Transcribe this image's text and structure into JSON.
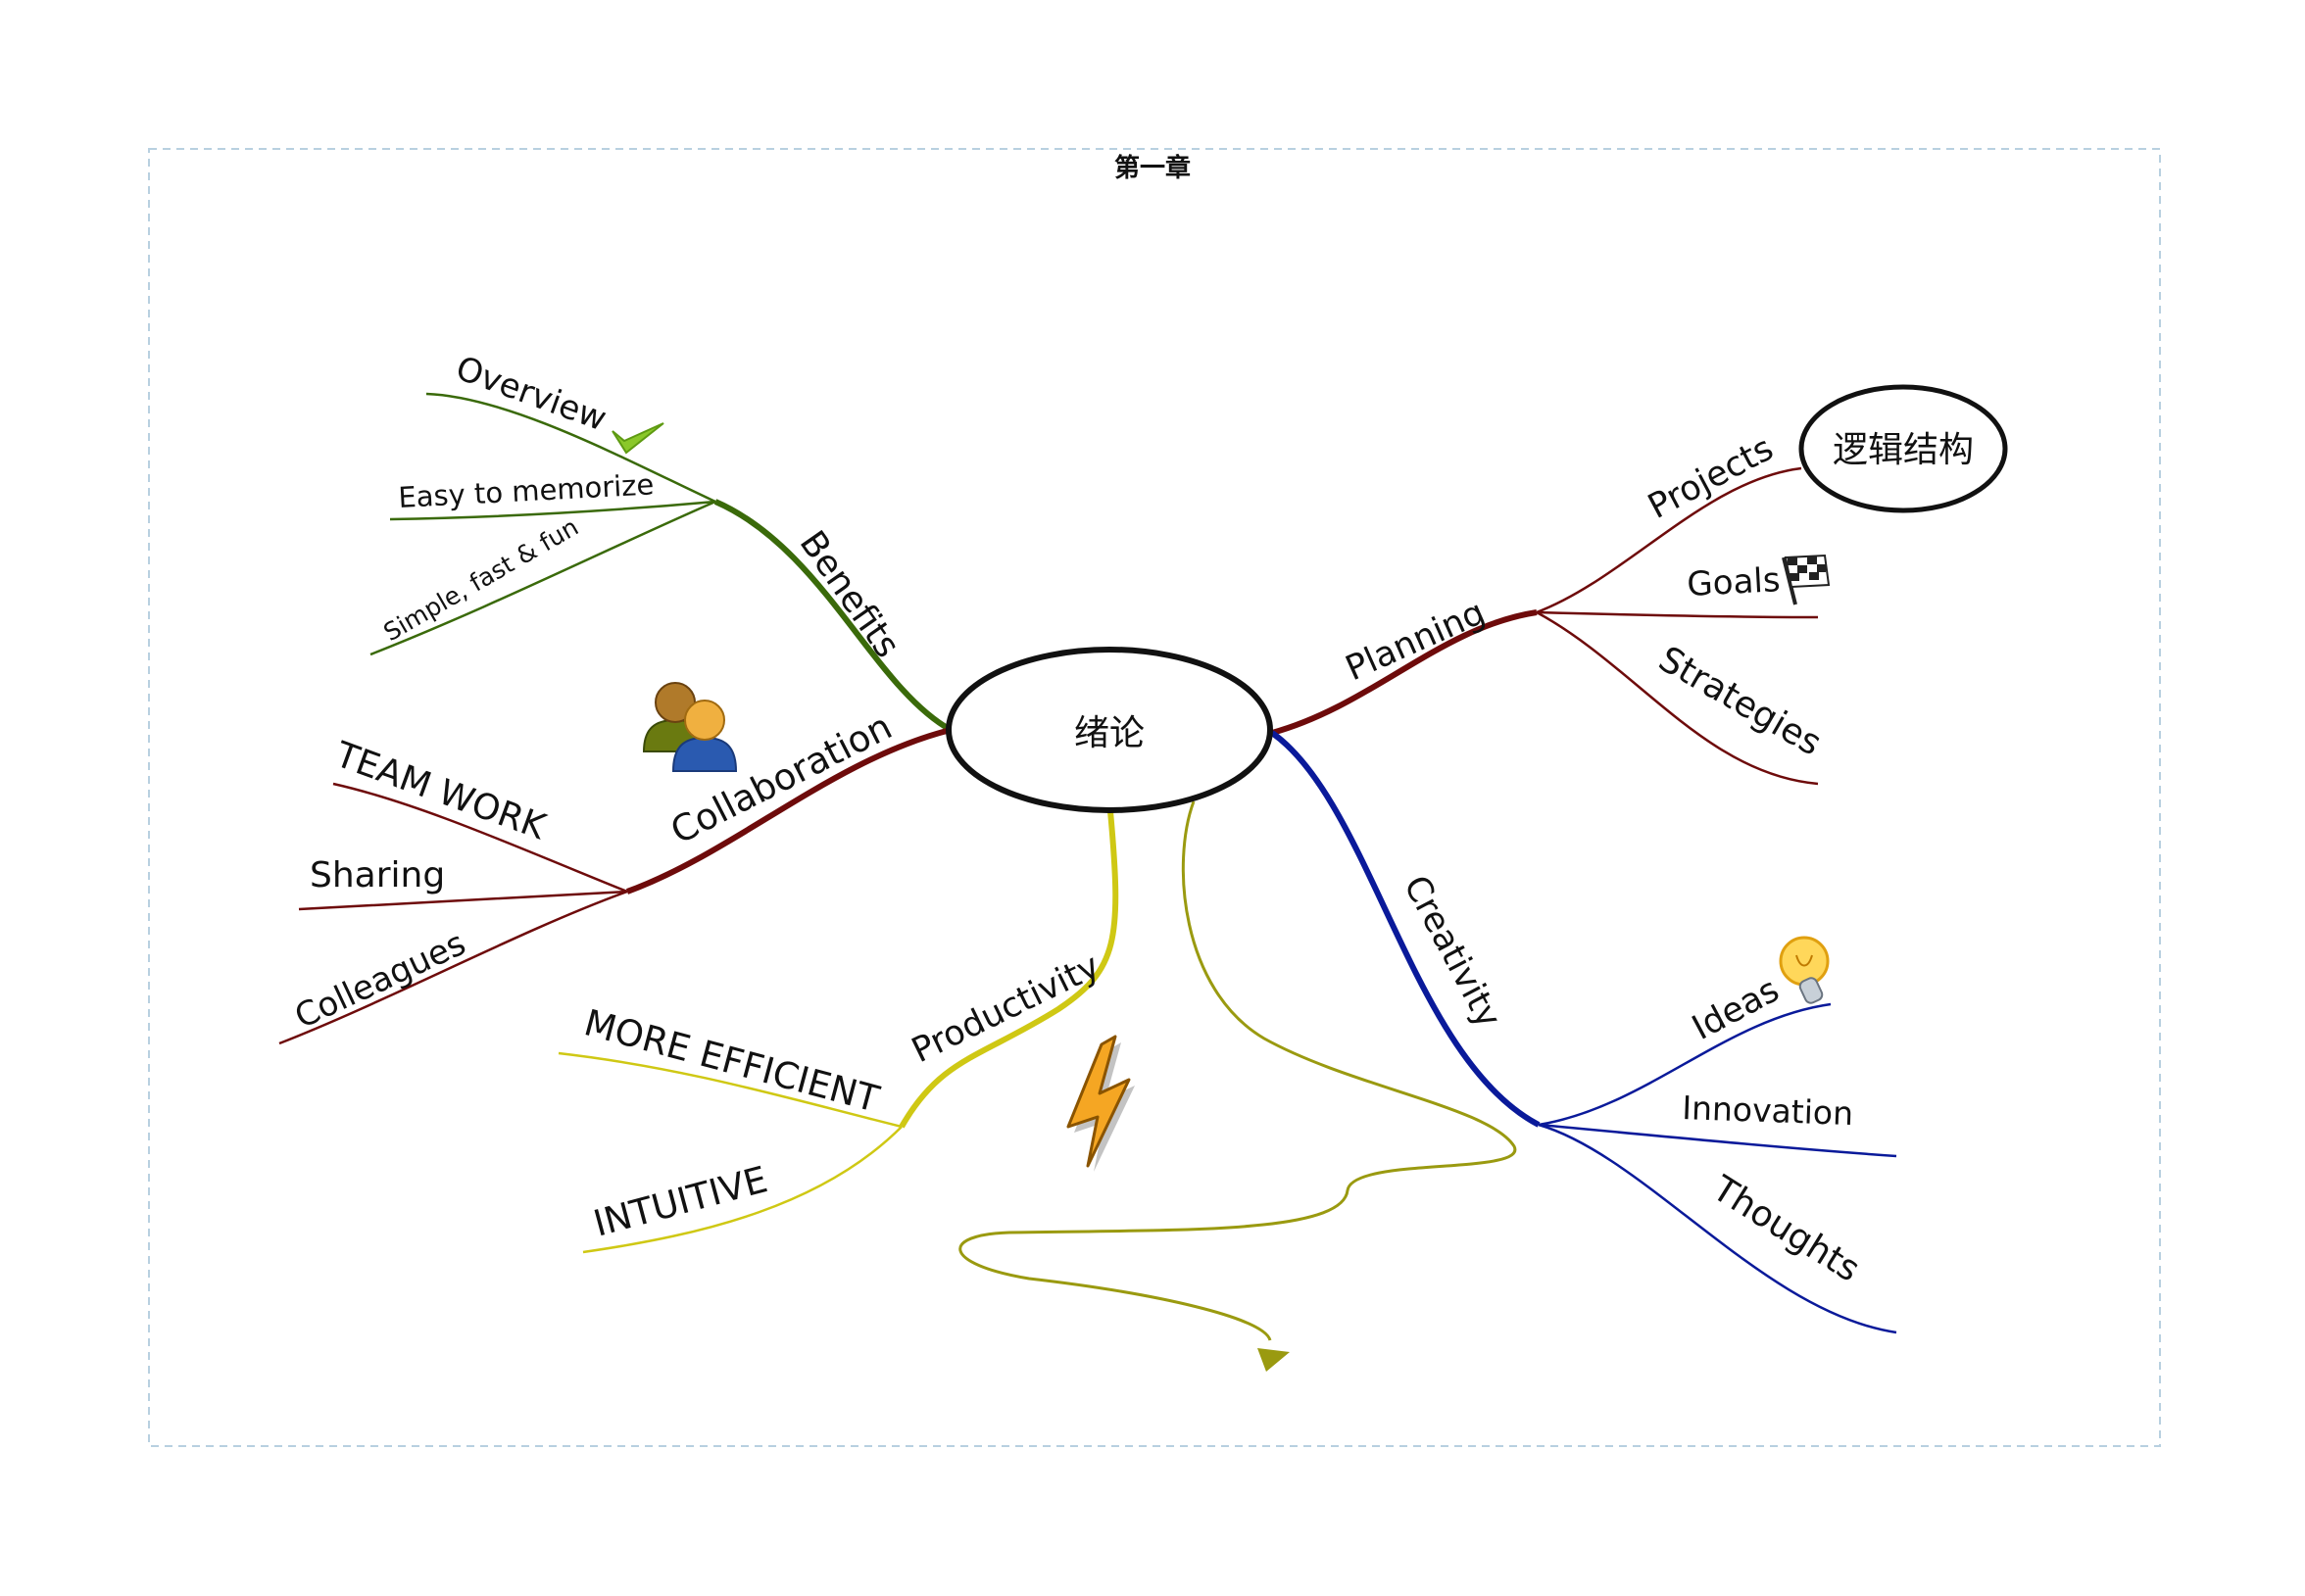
{
  "frame": {
    "title": "第一章"
  },
  "center": {
    "label": "绪论"
  },
  "extra_node": {
    "label": "逻辑结构"
  },
  "branches": {
    "benefits": {
      "label": "Benefits",
      "color": "#3a6a0a",
      "children": [
        "Overview",
        "Easy to memorize",
        "Simple, fast & fun"
      ]
    },
    "collaboration": {
      "label": "Collaboration",
      "color": "#6e0b0b",
      "children": [
        "TEAM WORK",
        "Sharing",
        "Colleagues"
      ]
    },
    "productivity": {
      "label": "Productivity",
      "color": "#cfc814",
      "children": [
        "MORE EFFICIENT",
        "INTUITIVE"
      ]
    },
    "planning": {
      "label": "Planning",
      "color": "#6e0b0b",
      "children": [
        "Projects",
        "Goals",
        "Strategies"
      ]
    },
    "creativity": {
      "label": "Creativity",
      "color": "#0a1a9a",
      "children": [
        "Ideas",
        "Innovation",
        "Thoughts"
      ]
    }
  },
  "relationship": {
    "color": "#9a9a10"
  },
  "icons": [
    "check-icon",
    "people-icon",
    "lightning-icon",
    "checkered-flag-icon",
    "lightbulb-icon",
    "arrow-head-icon"
  ]
}
